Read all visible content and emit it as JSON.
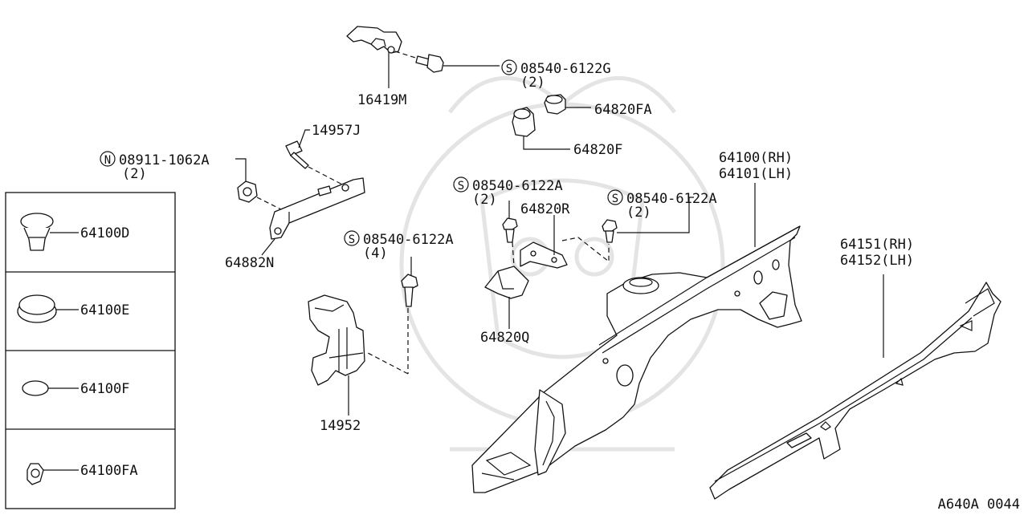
{
  "diagram_code": "A640A 0044",
  "labels": {
    "p16419M": "16419M",
    "s_top": "08540-6122G",
    "s_top_qty": "(2)",
    "p64820FA": "64820FA",
    "p64820F": "64820F",
    "p14957J": "14957J",
    "n_bolt": "08911-1062A",
    "n_bolt_qty": "(2)",
    "s_mid": "08540-6122A",
    "s_mid_qty": "(2)",
    "p64820R": "64820R",
    "s_right": "08540-6122A",
    "s_right_qty": "(2)",
    "p64100": "64100(RH)",
    "p64101": "64101(LH)",
    "p64151": "64151(RH)",
    "p64152": "64152(LH)",
    "s_left": "08540-6122A",
    "s_left_qty": "(4)",
    "p64882N": "64882N",
    "p64820Q": "64820Q",
    "p14952": "14952"
  },
  "symbols": {
    "screw": "S",
    "nut": "N"
  },
  "inset": {
    "items": [
      {
        "part": "64100D"
      },
      {
        "part": "64100E"
      },
      {
        "part": "64100F"
      },
      {
        "part": "64100FA"
      }
    ]
  }
}
